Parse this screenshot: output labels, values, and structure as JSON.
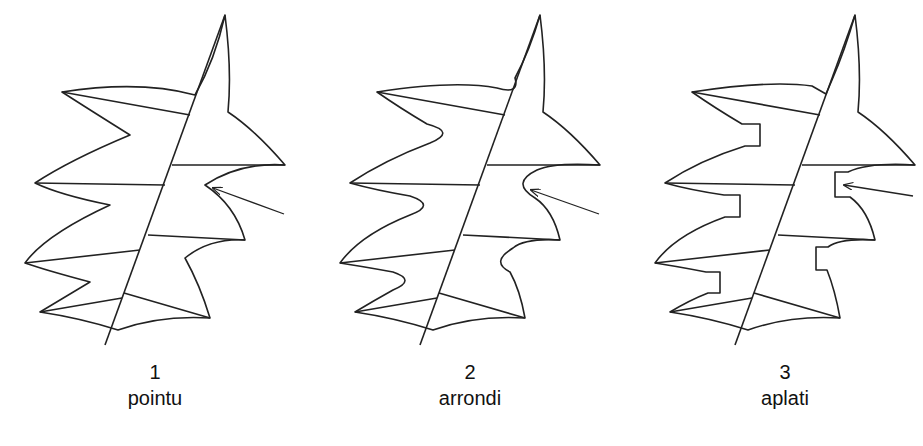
{
  "diagram": {
    "labels": [
      "1",
      "pointu",
      "2",
      "arrondi",
      "3",
      "aplati"
    ]
  }
}
